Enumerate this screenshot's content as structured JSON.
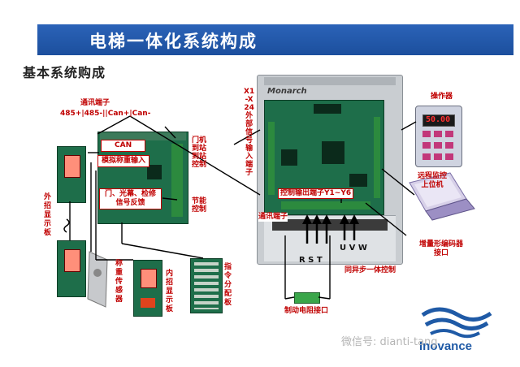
{
  "title": "电梯一体化系统构成",
  "subtitle": "基本系统购成",
  "labels": {
    "comm_terminal_top": "通讯端子",
    "comm_protocols": "485+|485-||Can+|Can-",
    "can": "CAN",
    "analog_input": "模拟称重输入",
    "door_signal": "门、光幕、检修\n信号反馈",
    "door_arrival": "门机\n到站\n到站\n控制",
    "energy_save": "节能\n控制",
    "outer_display": "外\n招\n显\n示\n板",
    "weigh_sensor": "称\n重\n传\n感\n器",
    "inner_display": "内\n招\n显\n示\n板",
    "cmd_board": "指\n令\n分\n配\n板",
    "x_inputs": "X1\n-X\n24\n外\n部\n信\n号\n输\n入\n端\n子",
    "control_output": "控制输出端子Y1~Y6",
    "comm_terminal_mid": "通讯端子",
    "rst": "R S T",
    "uvw": "U V W",
    "sync_async": "同异步一体控制",
    "brake_resistor": "制动电阻接口",
    "operator": "操作器",
    "remote_monitor": "远程监控\n上位机",
    "encoder": "增量形编码器\n接口",
    "brand_on_unit": "Monarch",
    "display_value": "50.00",
    "logo_text": "Inovance",
    "watermark": "微信号: dianti-tang"
  },
  "colors": {
    "banner": "#1c4f9d",
    "label_red": "#c00000",
    "board_green": "#1e6e4a",
    "logo_blue": "#1f5aa6"
  }
}
